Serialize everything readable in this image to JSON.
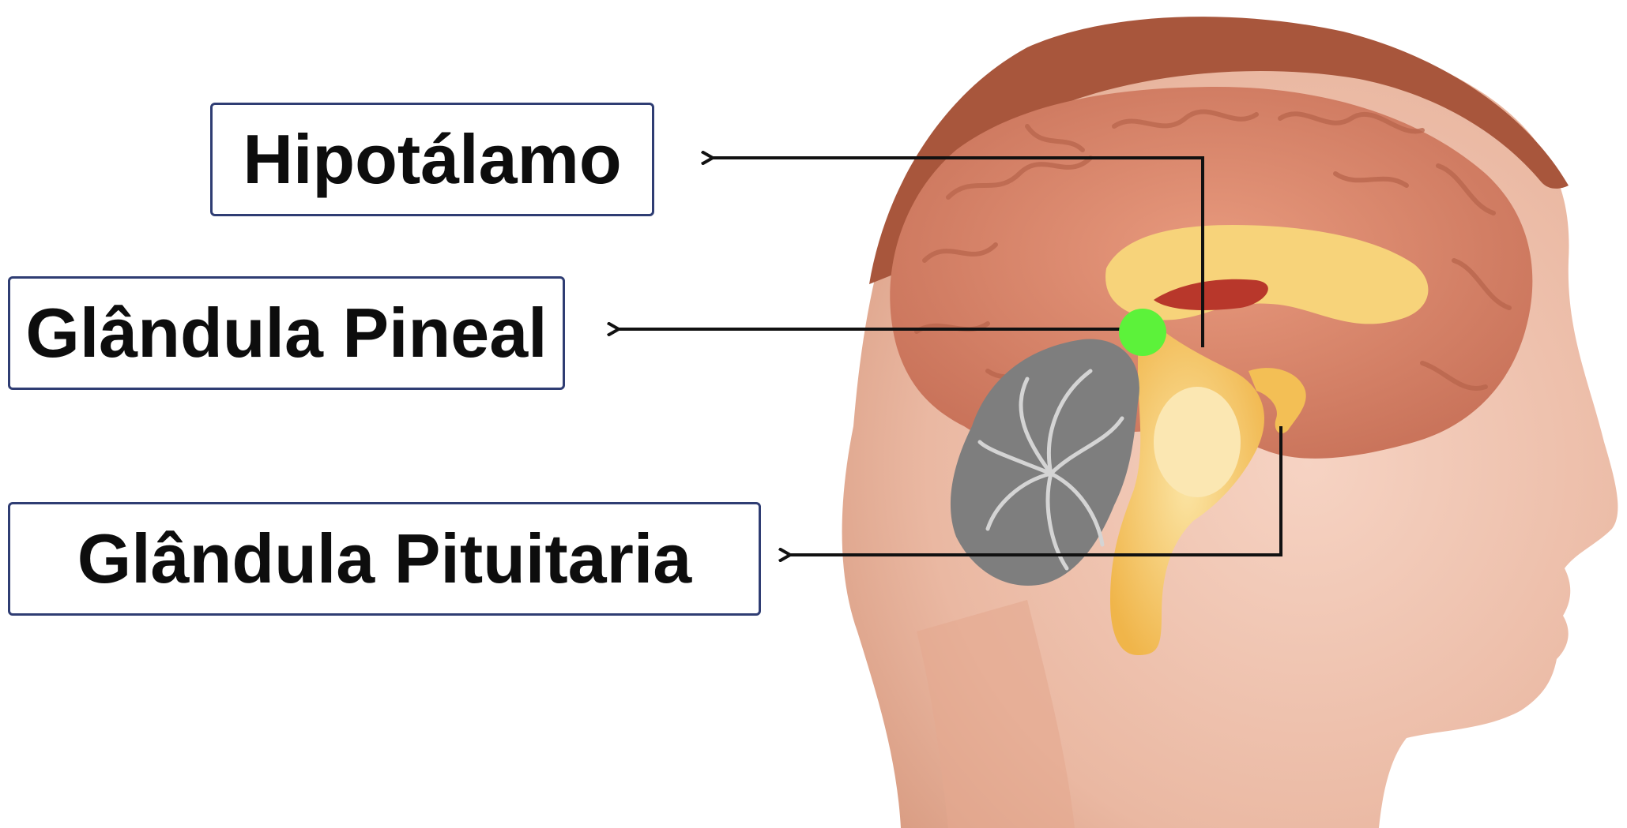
{
  "labels": {
    "hypothalamus": "Hipotálamo",
    "pineal": "Glândula Pineal",
    "pituitary": "Glândula Pituitaria"
  },
  "colors": {
    "box_border": "#2f3d73",
    "leader_line": "#111111",
    "pineal_marker": "#5cf23a",
    "skin": "#e9b39d",
    "hair": "#a8563c",
    "cerebrum": "#d9866b",
    "cerebellum": "#8f8f8f",
    "brainstem": "#f5c64f"
  },
  "icons": {
    "head": "human-head-sagittal-illustration",
    "marker": "green-dot-marker"
  }
}
